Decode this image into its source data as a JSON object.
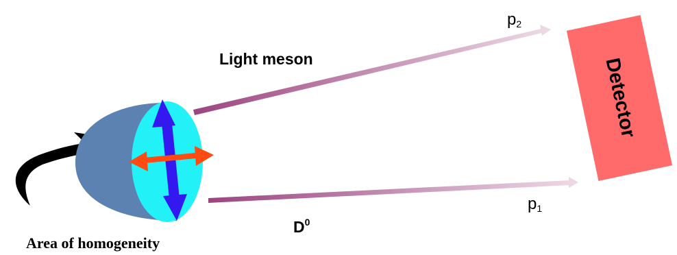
{
  "labels": {
    "light_meson": "Light meson",
    "d_meson_base": "D",
    "d_meson_sup": "0",
    "p1_base": "p",
    "p1_sub": "1",
    "p2_base": "p",
    "p2_sub": "2",
    "detector": "Detector",
    "area": "Area of homogeneity"
  },
  "colors": {
    "detector_fill": "#ff6b6b",
    "detector_text": "#ffffff",
    "ellipsoid_back": "#5b82b0",
    "ellipsoid_face": "#22f2f7",
    "vertical_arrow": "#3318f0",
    "horizontal_arrow": "#ff4a12",
    "track_start": "#9b4480",
    "track_end": "#ecd8e4"
  }
}
